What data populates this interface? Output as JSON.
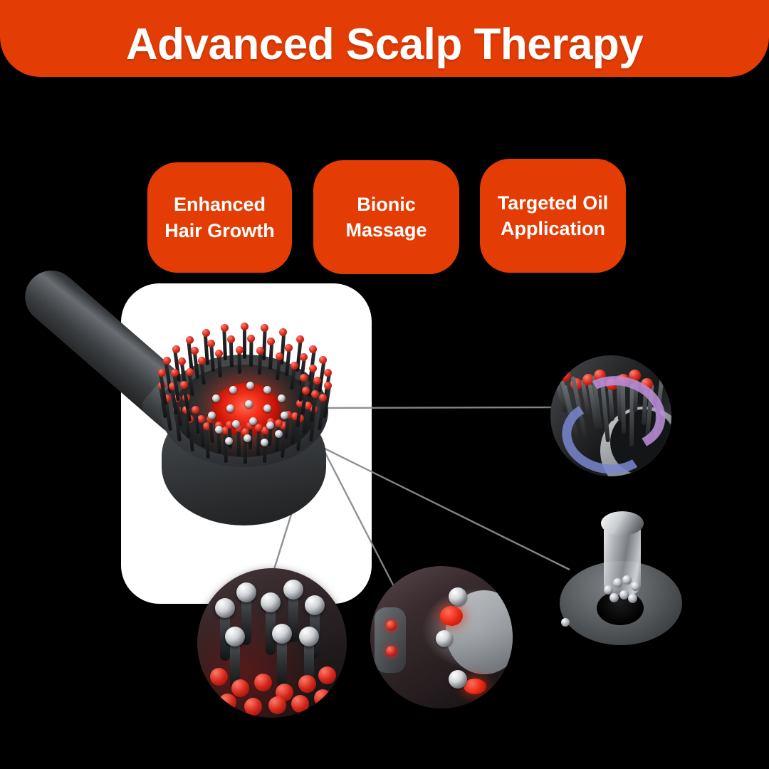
{
  "colors": {
    "brand_orange": "#E33D05",
    "panel_white": "#FFFFFF",
    "background": "#000000",
    "device_dark_gray": "#3A3D40",
    "accent_red": "#E2280E",
    "bead_silver": "#D4D7DA",
    "arrow_purple": "#BA8ED6",
    "arrow_blue": "#7A88CE",
    "callout_line": "#8A8D90"
  },
  "banner": {
    "title": "Advanced Scalp Therapy"
  },
  "badges": [
    {
      "label": "Enhanced\nHair Growth",
      "icon": "hair-growth-badge"
    },
    {
      "label": "Bionic\nMassage",
      "icon": "bionic-massage-badge"
    },
    {
      "label": "Targeted Oil\nApplication",
      "icon": "oil-application-badge"
    }
  ],
  "product": {
    "name": "scalp-massager-brush",
    "handle": "angled-cylindrical-handle",
    "head": "circular-brush-head",
    "center": "red-glow-center"
  },
  "detail_callouts": [
    {
      "name": "bristle-rotation-detail",
      "position": "top-right",
      "depicts": "rotating bristles with red tips and purple-blue motion arrows"
    },
    {
      "name": "bead-macro-detail",
      "position": "bottom-left",
      "depicts": "chrome massage beads and red silicone bristle tips close-up"
    },
    {
      "name": "led-light-detail",
      "position": "bottom-middle",
      "depicts": "red LED therapy lights with chrome beads on brush base"
    },
    {
      "name": "oil-dispenser-detail",
      "position": "bottom-right",
      "depicts": "chrome oil reservoir tube and dispensing port"
    }
  ],
  "callout_lines": [
    {
      "from": "brush-head",
      "to": "bristle-rotation-detail"
    },
    {
      "from": "brush-head",
      "to": "bead-macro-detail"
    },
    {
      "from": "brush-head",
      "to": "led-light-detail"
    },
    {
      "from": "brush-head",
      "to": "oil-dispenser-detail"
    }
  ]
}
